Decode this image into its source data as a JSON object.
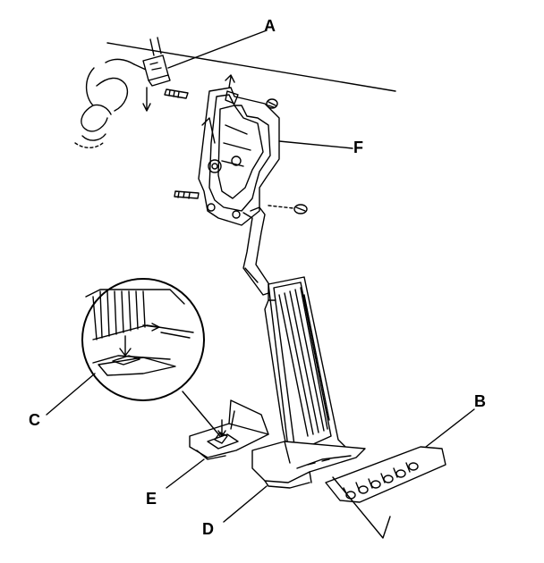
{
  "callouts": {
    "a": "A",
    "b": "B",
    "c": "C",
    "d": "D",
    "e": "E",
    "f": "F"
  },
  "icons": {
    "connector": "wire-connector-icon",
    "bolt": "bolt-icon",
    "nut": "nut-icon",
    "pedal": "accelerator-pedal-icon"
  }
}
